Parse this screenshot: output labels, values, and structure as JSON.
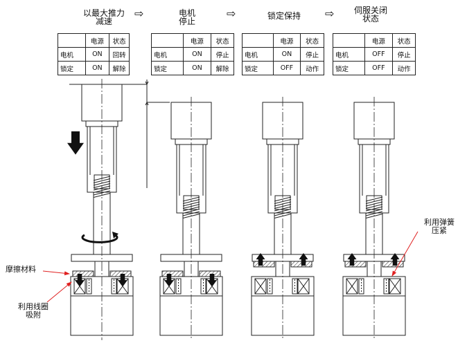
{
  "stages": [
    {
      "title": "以最大推力\n减速",
      "motor_power": "ON",
      "motor_state": "回转",
      "lock_power": "ON",
      "lock_state": "解除"
    },
    {
      "title": "电机\n停止",
      "motor_power": "ON",
      "motor_state": "停止",
      "lock_power": "ON",
      "lock_state": "解除"
    },
    {
      "title": "锁定保持",
      "motor_power": "ON",
      "motor_state": "停止",
      "lock_power": "OFF",
      "lock_state": "动作"
    },
    {
      "title": "伺服关闭\n状态",
      "motor_power": "OFF",
      "motor_state": "停止",
      "lock_power": "OFF",
      "lock_state": "动作"
    }
  ],
  "table_headers": {
    "power": "电源",
    "state": "状态",
    "motor": "电机",
    "lock": "锁定"
  },
  "arrow_glyph": "⇨",
  "annotations": {
    "friction": "摩擦材料",
    "coil": "利用线圈\n吸附",
    "spring": "利用弹簧\n压紧"
  },
  "colors": {
    "line": "#222222",
    "annotation": "#e02020"
  }
}
